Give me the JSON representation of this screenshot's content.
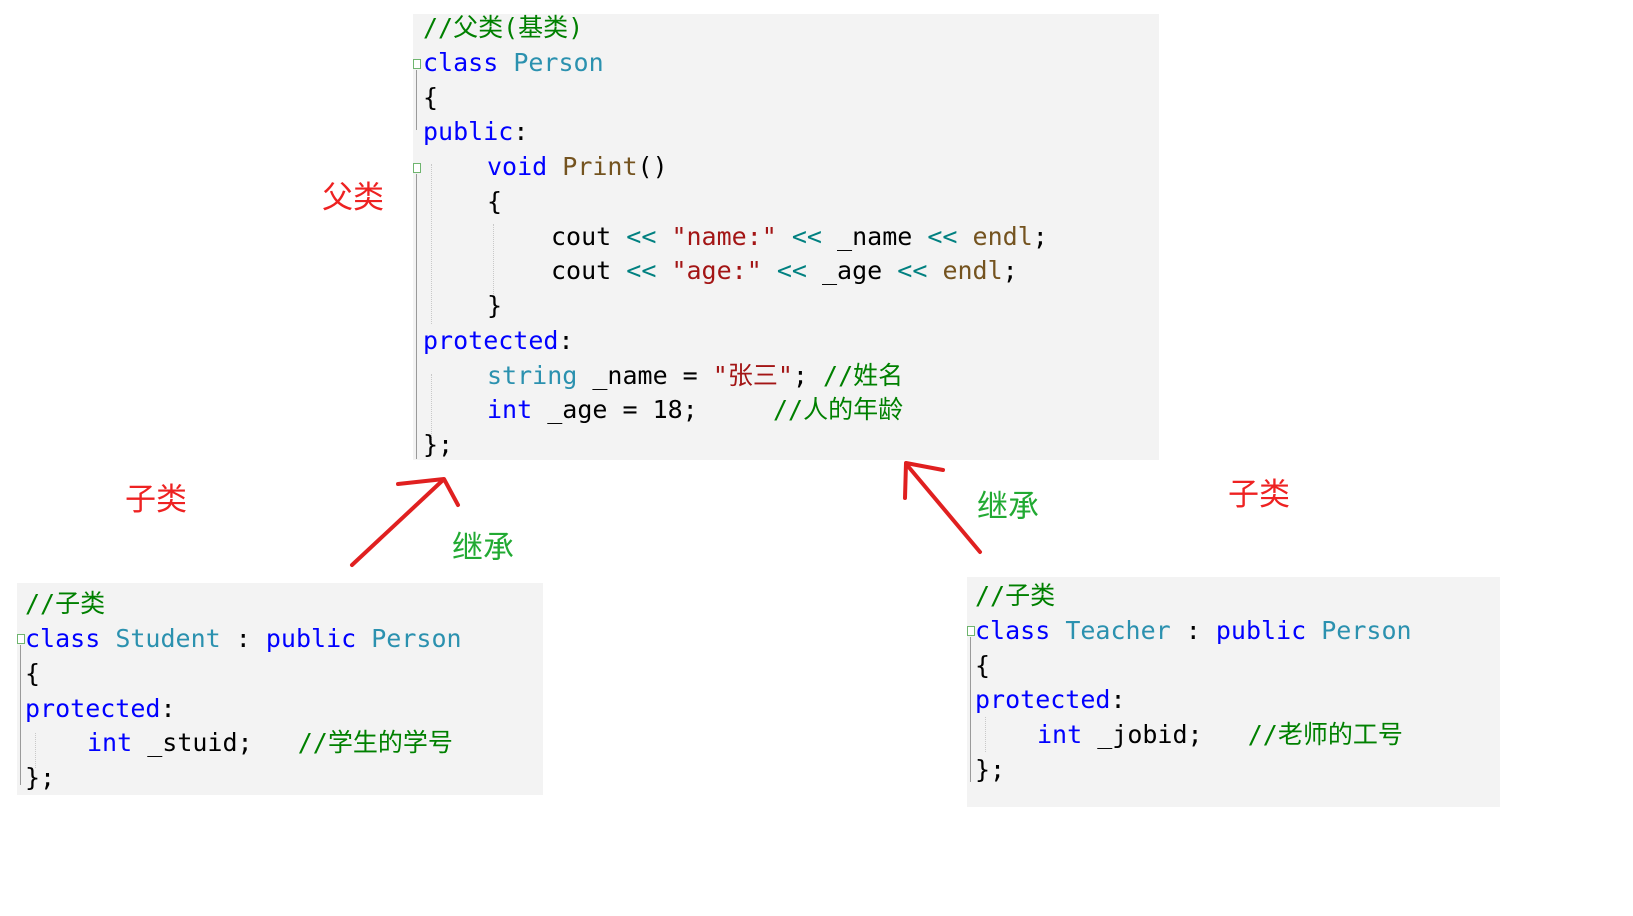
{
  "labels": {
    "parent_label": "父类",
    "child_left_label": "子类",
    "child_right_label": "子类",
    "inherit_left_label": "继承",
    "inherit_right_label": "继承"
  },
  "person": {
    "comment": "//父类(基类)",
    "kw_class": "class",
    "class_name": "Person",
    "brace_open": "{",
    "kw_public": "public",
    "colon": ":",
    "kw_void": "void",
    "func_name": "Print",
    "parens": "()",
    "body_open": "{",
    "line1": {
      "cout": "cout",
      "op": "<<",
      "str": "\"name:\"",
      "op2": "<<",
      "var": "_name",
      "op3": "<<",
      "endl": "endl",
      "semi": ";"
    },
    "line2": {
      "cout": "cout",
      "op": "<<",
      "str": "\"age:\"",
      "op2": "<<",
      "var": "_age",
      "op3": "<<",
      "endl": "endl",
      "semi": ";"
    },
    "body_close": "}",
    "kw_protected": "protected",
    "member1": {
      "type": "string",
      "rest": "_name =",
      "value": "\"张三\"",
      "semi": ";",
      "comment": "//姓名"
    },
    "member2": {
      "type": "int",
      "rest": "_age = 18;",
      "comment": "//人的年龄"
    },
    "brace_close": "};"
  },
  "student": {
    "comment": "//子类",
    "kw_class": "class",
    "class_name": "Student",
    "colon": ":",
    "kw_public": "public",
    "base": "Person",
    "brace_open": "{",
    "kw_protected": "protected",
    "member": {
      "type": "int",
      "rest": "_stuid;",
      "comment": "//学生的学号"
    },
    "brace_close": "};"
  },
  "teacher": {
    "comment": "//子类",
    "kw_class": "class",
    "class_name": "Teacher",
    "colon": ":",
    "kw_public": "public",
    "base": "Person",
    "brace_open": "{",
    "kw_protected": "protected",
    "member": {
      "type": "int",
      "rest": "_jobid;",
      "comment": "//老师的工号"
    },
    "brace_close": "};"
  },
  "colors": {
    "keyword": "#0000ff",
    "type": "#2b91af",
    "function": "#74531f",
    "string": "#a31515",
    "comment": "#008000",
    "annotation_red": "#ee2222",
    "annotation_green": "#22aa33",
    "arrow": "#e02020"
  }
}
